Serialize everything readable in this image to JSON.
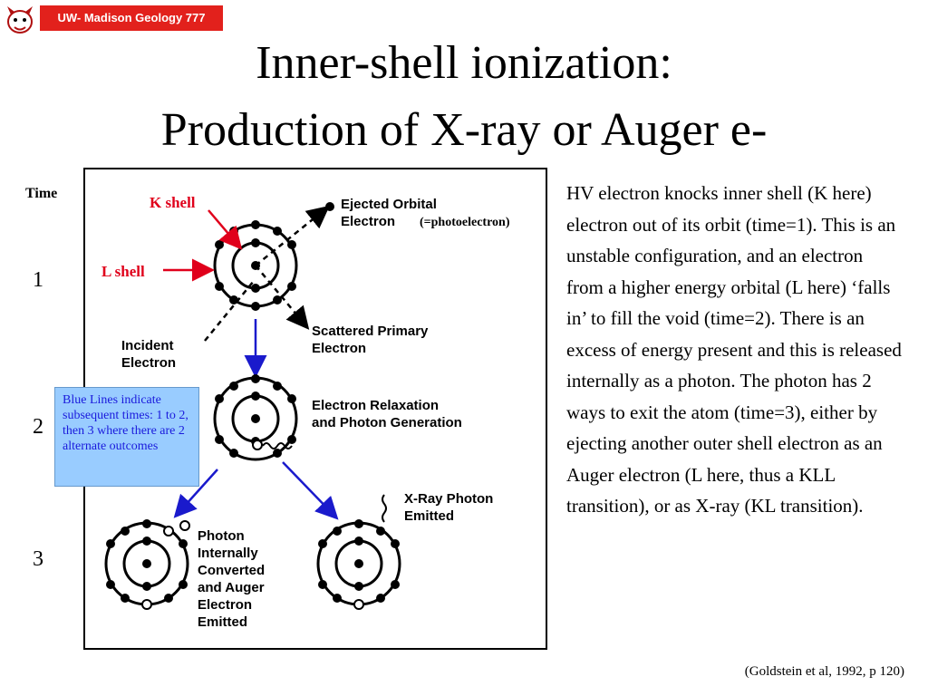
{
  "header": {
    "badge": "UW- Madison Geology  777"
  },
  "title": {
    "line1": "Inner-shell ionization:",
    "line2": "Production of X-ray or Auger e-"
  },
  "timeline": {
    "label": "Time",
    "steps": [
      "1",
      "2",
      "3"
    ]
  },
  "diagram": {
    "k_shell": "K shell",
    "l_shell": "L shell",
    "ejected_line1": "Ejected Orbital",
    "ejected_line2": "Electron",
    "photoelectron": "(=photoelectron)",
    "scattered_line1": "Scattered Primary",
    "scattered_line2": "Electron",
    "incident_line1": "Incident",
    "incident_line2": "Electron",
    "relax_line1": "Electron Relaxation",
    "relax_line2": "and Photon Generation",
    "xray_line1": "X-Ray Photon",
    "xray_line2": "Emitted",
    "auger_lines": [
      "Photon",
      "Internally",
      "Converted",
      "and Auger",
      "Electron",
      "Emitted"
    ],
    "note": "Blue Lines indicate subsequent times: 1 to 2, then 3 where there are 2 alternate outcomes"
  },
  "description": "HV electron knocks inner shell (K here) electron out of its orbit (time=1). This is an unstable configuration, and an electron from a higher energy orbital (L here) ‘falls in’ to fill the void (time=2). There is an excess of energy present and this is released internally as a photon. The photon has 2 ways to exit the atom (time=3), either by ejecting another outer shell electron as an Auger electron (L here, thus a KLL transition), or as X-ray (KL transition).",
  "citation": "(Goldstein et al, 1992, p 120)",
  "colors": {
    "badge": "#e2211c",
    "red_label": "#e0001b",
    "blue_arrow": "#1a1acc",
    "note_bg": "#99ccff",
    "note_text": "#1a1adc"
  }
}
